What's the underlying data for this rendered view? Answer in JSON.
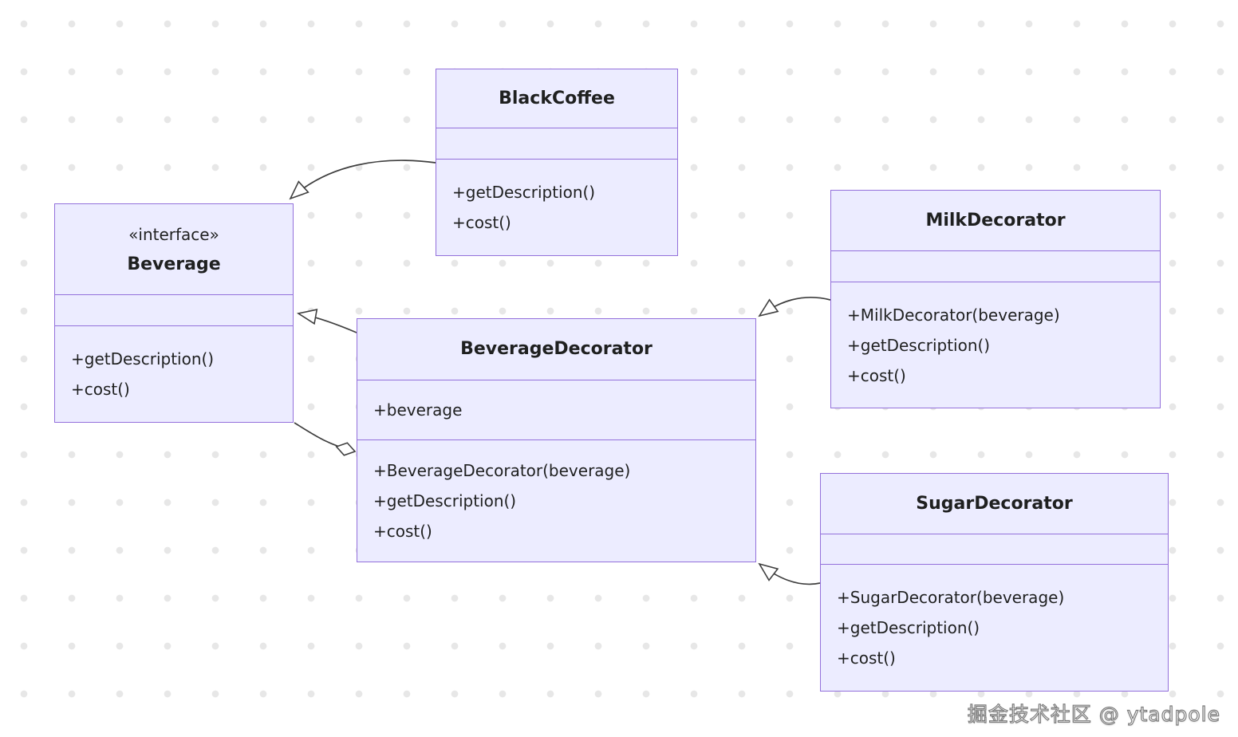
{
  "colors": {
    "node_fill": "#ECECFF",
    "node_border": "#9370DB",
    "text": "#1f2020",
    "edge": "#3f3f3f",
    "background": "#ffffff",
    "background_dot": "#e7e7e7",
    "watermark_fill": "#ffffff",
    "watermark_outline": "#7d7d7d"
  },
  "classes": [
    {
      "id": "blackcoffee",
      "name": "BlackCoffee",
      "stereotype": "",
      "attributes": [],
      "methods": [
        "+getDescription()",
        "+cost()"
      ]
    },
    {
      "id": "beverage",
      "name": "Beverage",
      "stereotype": "«interface»",
      "attributes": [],
      "methods": [
        "+getDescription()",
        "+cost()"
      ]
    },
    {
      "id": "beveragedecorator",
      "name": "BeverageDecorator",
      "stereotype": "",
      "attributes": [
        "+beverage"
      ],
      "methods": [
        "+BeverageDecorator(beverage)",
        "+getDescription()",
        "+cost()"
      ]
    },
    {
      "id": "milkdecorator",
      "name": "MilkDecorator",
      "stereotype": "",
      "attributes": [],
      "methods": [
        "+MilkDecorator(beverage)",
        "+getDescription()",
        "+cost()"
      ]
    },
    {
      "id": "sugardecorator",
      "name": "SugarDecorator",
      "stereotype": "",
      "attributes": [],
      "methods": [
        "+SugarDecorator(beverage)",
        "+getDescription()",
        "+cost()"
      ]
    }
  ],
  "relations": [
    {
      "from": "BlackCoffee",
      "to": "Beverage",
      "type": "realization",
      "marker": "hollow-triangle"
    },
    {
      "from": "BeverageDecorator",
      "to": "Beverage",
      "type": "realization",
      "marker": "hollow-triangle"
    },
    {
      "from": "BeverageDecorator",
      "to": "Beverage",
      "type": "aggregation",
      "marker": "hollow-diamond"
    },
    {
      "from": "MilkDecorator",
      "to": "BeverageDecorator",
      "type": "inheritance",
      "marker": "hollow-triangle"
    },
    {
      "from": "SugarDecorator",
      "to": "BeverageDecorator",
      "type": "inheritance",
      "marker": "hollow-triangle"
    }
  ],
  "watermark": "掘金技术社区 @ ytadpole"
}
